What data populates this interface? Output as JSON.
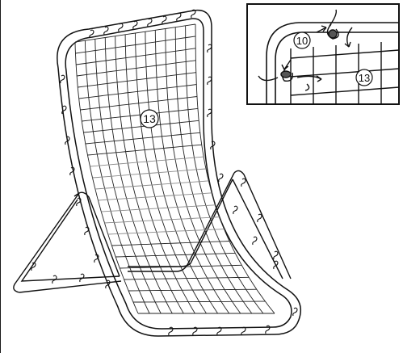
{
  "figure": {
    "callout_main": "13",
    "inset_callout_a": "10",
    "inset_callout_b": "13"
  },
  "colors": {
    "line": "#111111",
    "net_upper": "#222222",
    "net_lower": "#8a8a8a",
    "background": "#ffffff"
  }
}
